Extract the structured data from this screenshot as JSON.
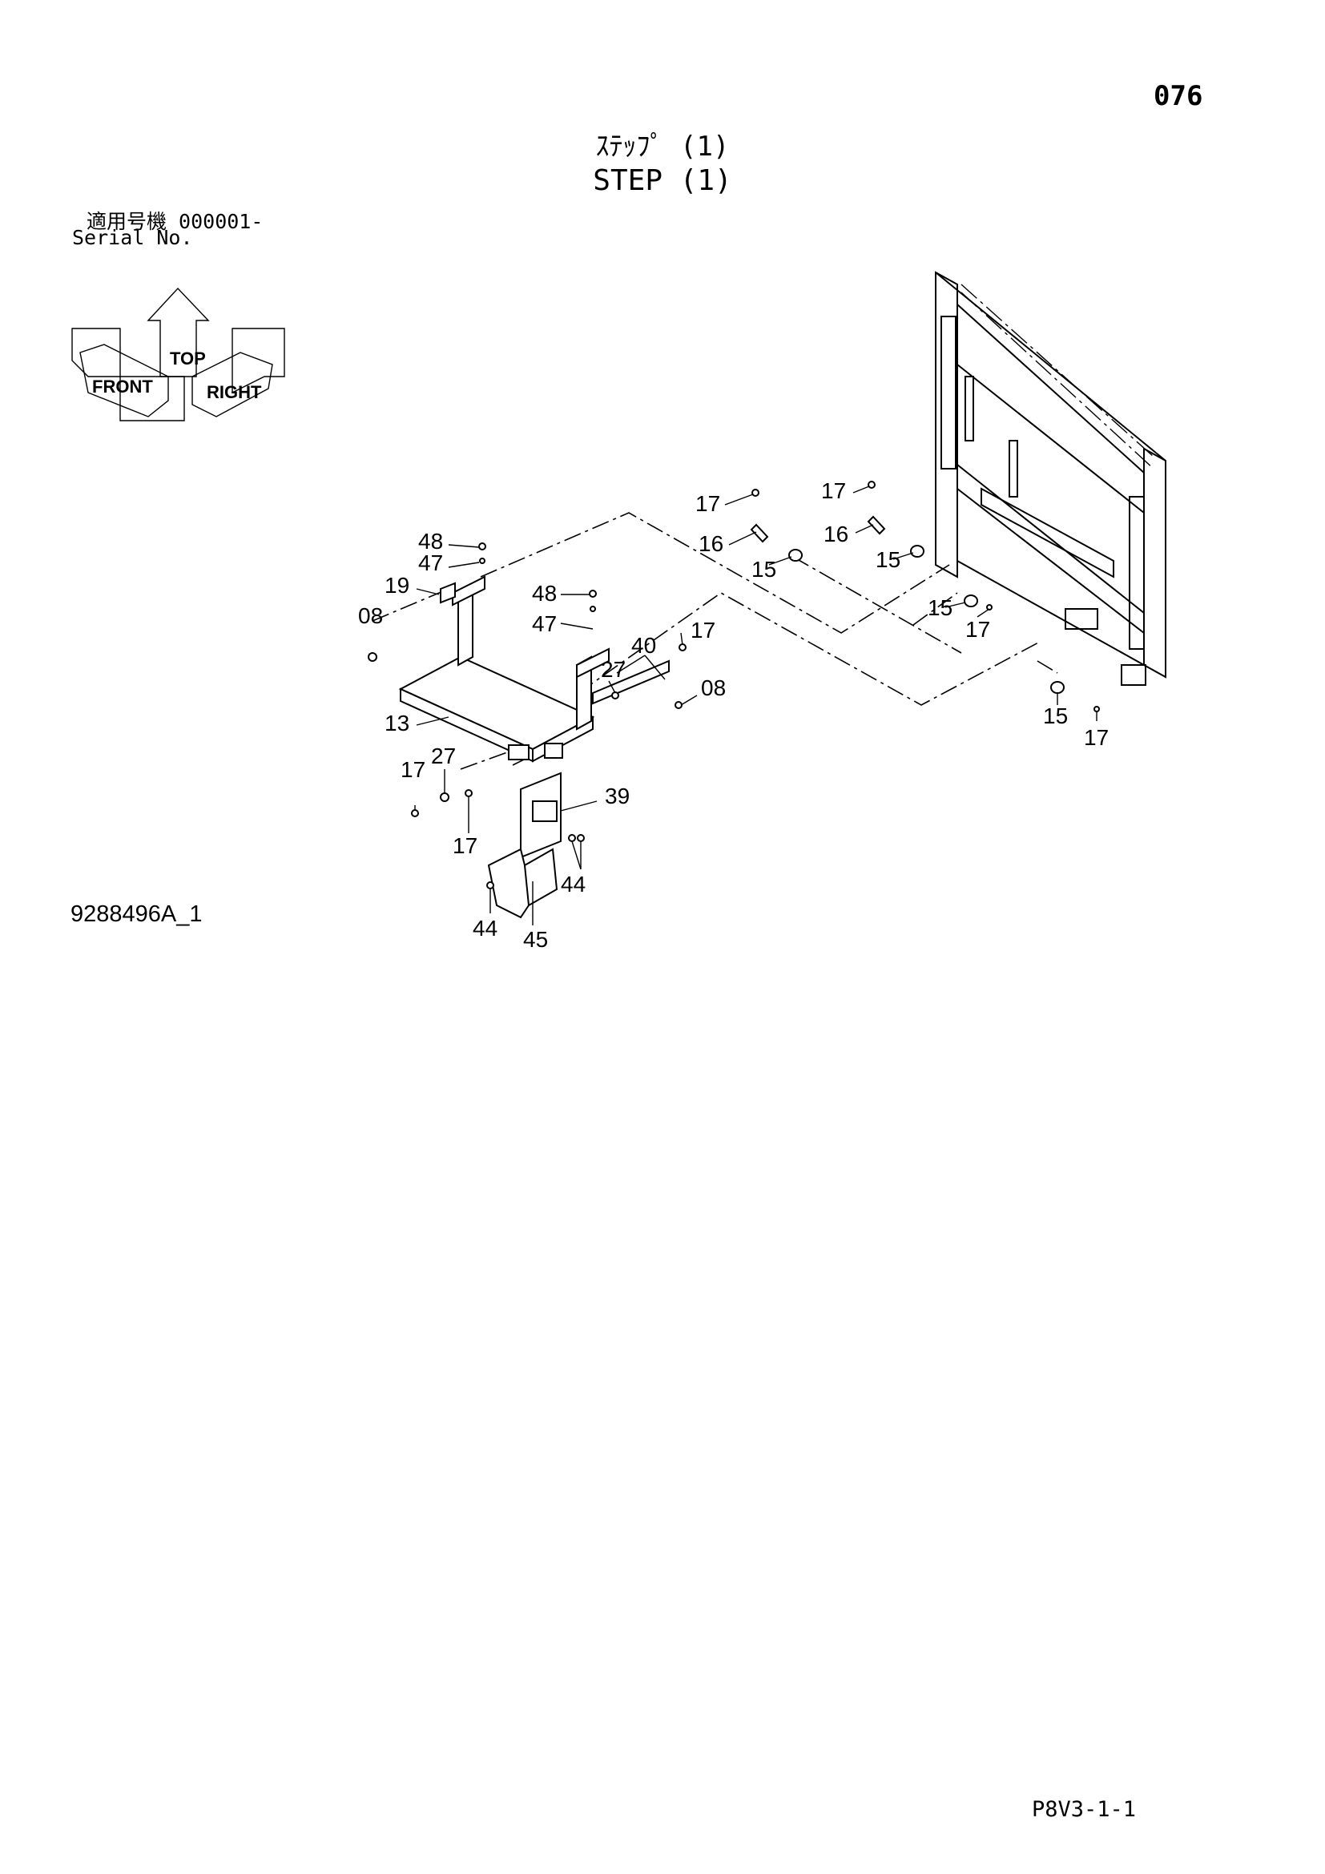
{
  "page": {
    "number": "076",
    "title_jp": "ｽﾃｯﾌﾟ (1)",
    "title_en": "STEP (1)",
    "serial_jp": "適用号機  000001-",
    "serial_en": "Serial No.",
    "drawing_id": "9288496A_1",
    "page_code": "P8V3-1-1"
  },
  "orientation": {
    "top": "TOP",
    "front": "FRONT",
    "right": "RIGHT"
  },
  "callouts": [
    {
      "label": "17"
    },
    {
      "label": "16"
    },
    {
      "label": "15"
    },
    {
      "label": "17"
    },
    {
      "label": "16"
    },
    {
      "label": "15"
    },
    {
      "label": "15"
    },
    {
      "label": "17"
    },
    {
      "label": "48"
    },
    {
      "label": "47"
    },
    {
      "label": "19"
    },
    {
      "label": "08"
    },
    {
      "label": "48"
    },
    {
      "label": "47"
    },
    {
      "label": "40"
    },
    {
      "label": "17"
    },
    {
      "label": "27"
    },
    {
      "label": "08"
    },
    {
      "label": "13"
    },
    {
      "label": "17"
    },
    {
      "label": "27"
    },
    {
      "label": "17"
    },
    {
      "label": "39"
    },
    {
      "label": "44"
    },
    {
      "label": "44"
    },
    {
      "label": "45"
    },
    {
      "label": "15"
    },
    {
      "label": "17"
    }
  ]
}
